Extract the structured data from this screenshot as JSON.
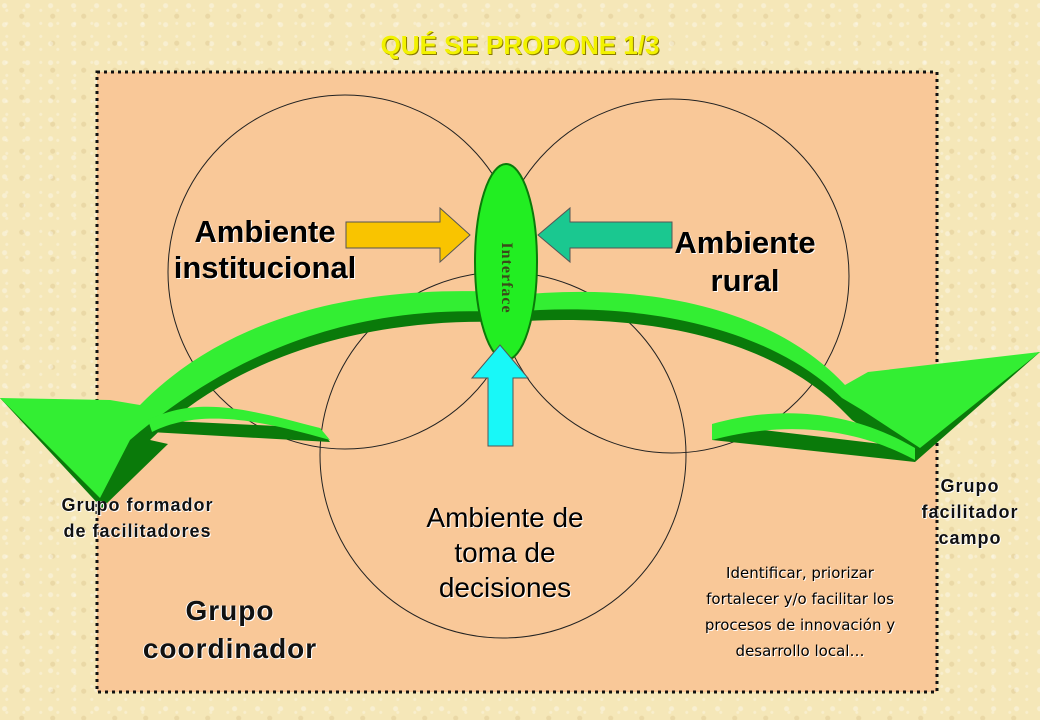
{
  "title": "QUÉ SE PROPONE   1/3",
  "ambientes": {
    "institucional": "Ambiente institucional",
    "rural": "Ambiente rural",
    "toma_decisiones": "Ambiente de toma de decisiones"
  },
  "interface_label": "Interface",
  "grupos": {
    "formador": "Grupo formador de facilitadores",
    "facilitador": "Grupo facilitador campo",
    "coordinador": "Grupo coordinador"
  },
  "description": "Identificar, priorizar fortalecer y/o facilitar los procesos de innovación y desarrollo local…",
  "colors": {
    "background": "#f5e7b8",
    "panel": "#f9c898",
    "title": "#f2f200",
    "arrow_green": "#33ee33",
    "arrow_green_dark": "#0a7a0a",
    "arrow_yellow": "#f9c400",
    "arrow_teal": "#1ac890",
    "arrow_cyan": "#18f8f8",
    "interface_green": "#22ee22"
  }
}
